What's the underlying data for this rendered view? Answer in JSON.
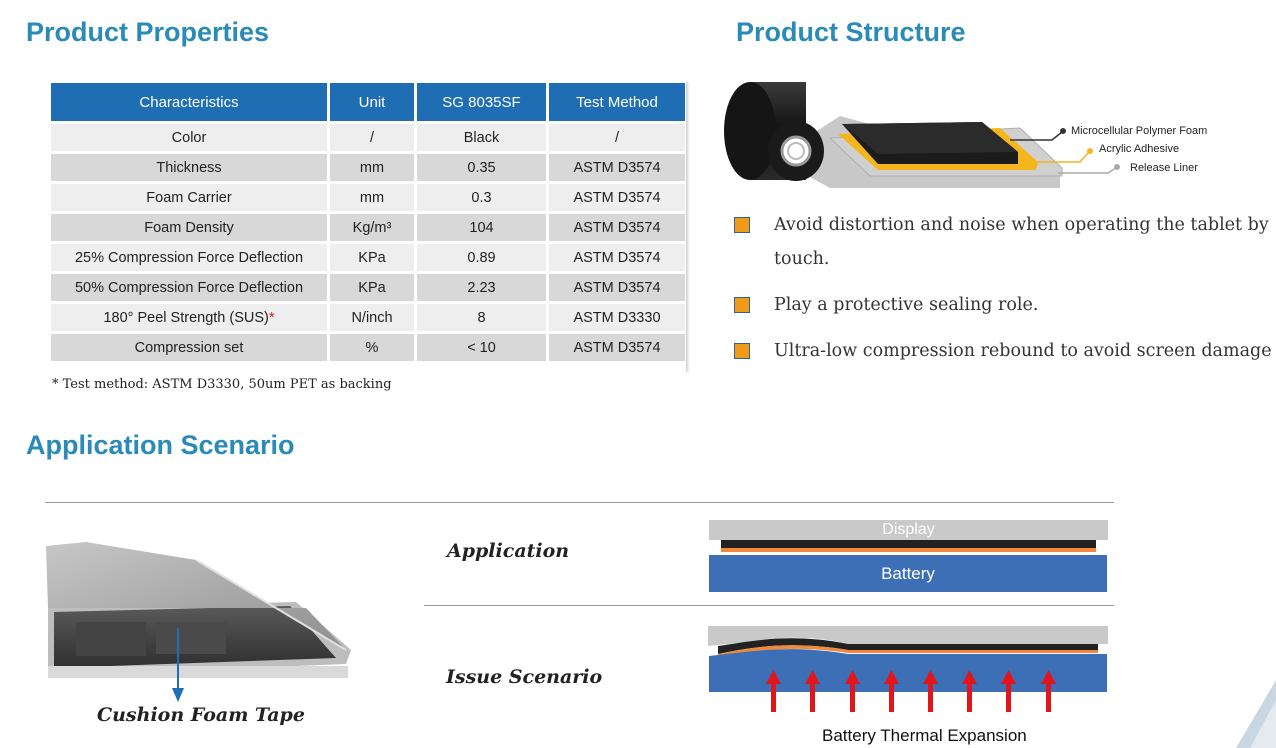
{
  "properties": {
    "title": "Product Properties",
    "headers": [
      "Characteristics",
      "Unit",
      "SG 8035SF",
      "Test Method"
    ],
    "rows": [
      [
        "Color",
        "/",
        "Black",
        "/"
      ],
      [
        "Thickness",
        "mm",
        "0.35",
        "ASTM D3574"
      ],
      [
        "Foam Carrier",
        "mm",
        "0.3",
        "ASTM D3574"
      ],
      [
        "Foam Density",
        "Kg/m³",
        "104",
        "ASTM D3574"
      ],
      [
        "25% Compression Force Deflection",
        "KPa",
        "0.89",
        "ASTM D3574"
      ],
      [
        "50% Compression Force Deflection",
        "KPa",
        "2.23",
        "ASTM D3574"
      ],
      [
        "180° Peel Strength (SUS)",
        "N/inch",
        "8",
        "ASTM D3330"
      ],
      [
        "Compression set",
        "%",
        "< 10",
        "ASTM D3574"
      ]
    ],
    "asterisk": "*",
    "footnote": "* Test method: ASTM D3330, 50um PET as backing"
  },
  "structure": {
    "title": "Product Structure",
    "layers": [
      "Microcellular Polymer Foam",
      "Acrylic Adhesive",
      "Release Liner"
    ],
    "colors": {
      "foam": "#1b1b1b",
      "adhesive": "#f5b51d",
      "liner": "#c8c8c8"
    }
  },
  "benefits": [
    "Avoid distortion and noise when operating the tablet by touch.",
    "Play a protective sealing role.",
    "Ultra-low compression rebound to avoid screen damage"
  ],
  "application": {
    "title": "Application Scenario",
    "photo_caption": "Cushion Foam Tape",
    "application_label": "Application",
    "issue_label": "Issue Scenario",
    "display_label": "Display",
    "battery_label": "Battery",
    "expansion_caption": "Battery Thermal Expansion",
    "colors": {
      "battery": "#3c6fb6",
      "display": "#c9c9c9",
      "foam": "#f08a3a",
      "arrow": "#e0161b"
    }
  }
}
